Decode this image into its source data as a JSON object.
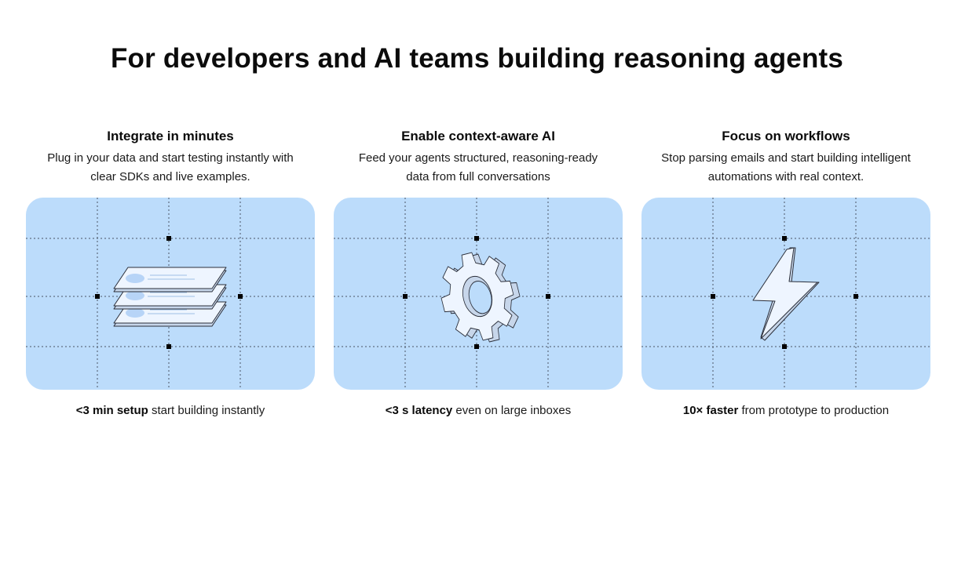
{
  "heading": "For developers and AI teams building reasoning agents",
  "features": [
    {
      "title": "Integrate in minutes",
      "description": "Plug in your data and start testing instantly with clear SDKs and live examples.",
      "stat_bold": "<3 min setup",
      "stat_rest": " start building instantly",
      "icon": "stacked-cards-icon"
    },
    {
      "title": "Enable context-aware AI",
      "description": "Feed your agents structured, reasoning-ready data from full conversations",
      "stat_bold": "<3 s latency",
      "stat_rest": " even on large inboxes",
      "icon": "gear-icon"
    },
    {
      "title": "Focus on workflows",
      "description": "Stop parsing emails and start building intelligent automations with real context.",
      "stat_bold": "10× faster",
      "stat_rest": " from prototype to production",
      "icon": "lightning-bolt-icon"
    }
  ],
  "colors": {
    "card_background": "#bcdcfb",
    "text": "#0b0b0b",
    "illustration_fill": "#eef5ff",
    "illustration_stroke": "#2b2f3a"
  }
}
